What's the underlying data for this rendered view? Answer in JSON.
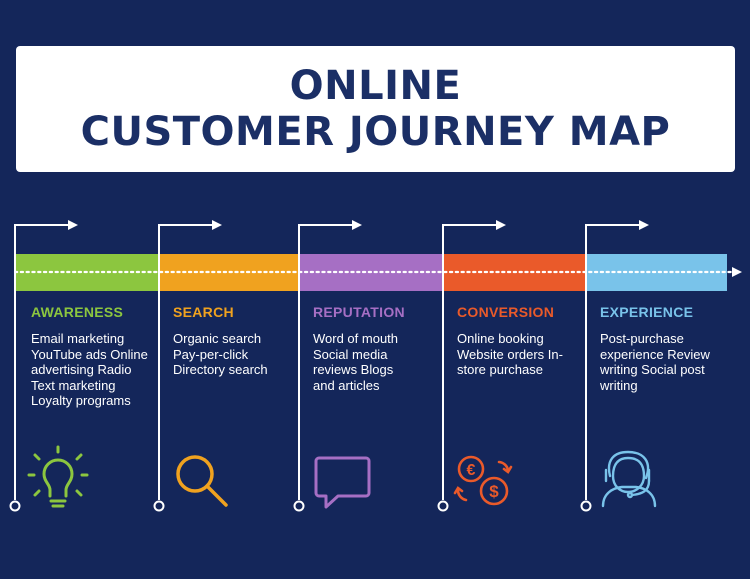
{
  "header": {
    "title_line1": "ONLINE",
    "title_line2": "CUSTOMER JOURNEY MAP"
  },
  "colors": {
    "background": "#14265a",
    "title_text": "#1b2f66",
    "line": "#ffffff"
  },
  "stages": [
    {
      "name": "AWARENESS",
      "color": "#8cc63f",
      "description": "Email marketing YouTube ads Online advertising Radio Text marketing Loyalty programs",
      "icon": "lightbulb-icon"
    },
    {
      "name": "SEARCH",
      "color": "#f0a21f",
      "description": "Organic search Pay-per-click Directory search",
      "icon": "magnifier-icon"
    },
    {
      "name": "REPUTATION",
      "color": "#a66fc4",
      "description": "Word of mouth Social media reviews Blogs and articles",
      "icon": "speech-bubble-icon"
    },
    {
      "name": "CONVERSION",
      "color": "#ea5a2a",
      "description": "Online booking Website orders In-store purchase",
      "icon": "currency-exchange-icon"
    },
    {
      "name": "EXPERIENCE",
      "color": "#79c3ea",
      "description": "Post-purchase experience Review writing Social post writing",
      "icon": "support-agent-icon"
    }
  ]
}
